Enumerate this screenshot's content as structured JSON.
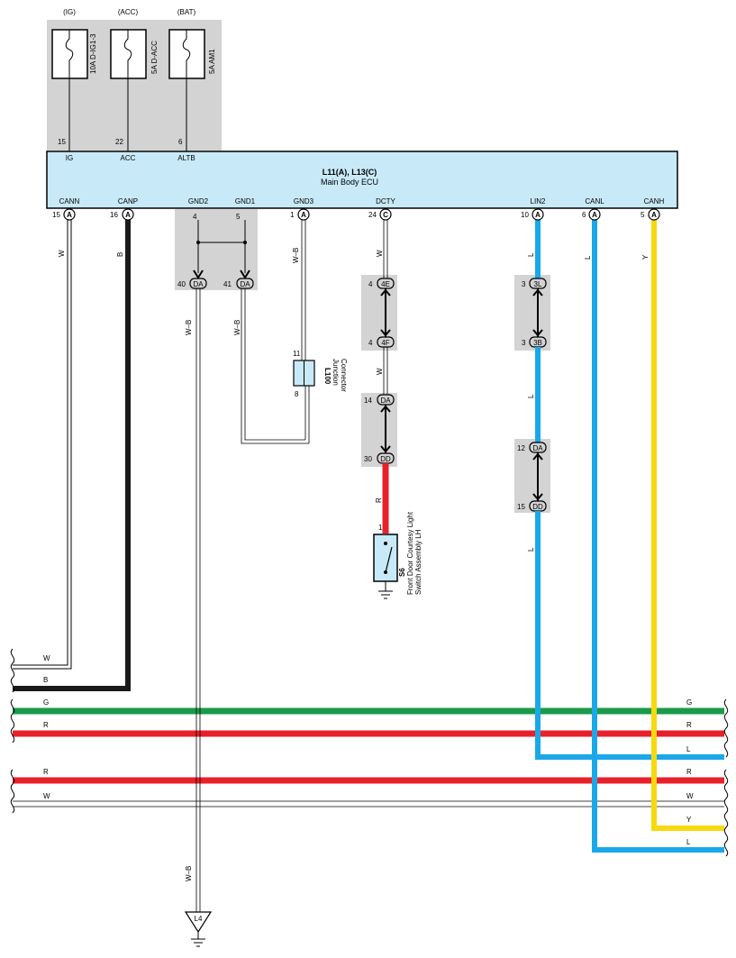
{
  "fuses": [
    {
      "source": "(IG)",
      "rating": "10A D-IG1-3",
      "pin": "15",
      "terminal": "IG"
    },
    {
      "source": "(ACC)",
      "rating": "5A D-ACC",
      "pin": "22",
      "terminal": "ACC"
    },
    {
      "source": "(BAT)",
      "rating": "5A AM1",
      "pin": "6",
      "terminal": "ALTB"
    }
  ],
  "ecu": {
    "code": "L11(A), L13(C)",
    "name": "Main Body ECU",
    "pins": [
      {
        "name": "CANN",
        "num": "15",
        "conn": "A"
      },
      {
        "name": "CANP",
        "num": "16",
        "conn": "A"
      },
      {
        "name": "GND2",
        "num": "4",
        "conn": ""
      },
      {
        "name": "GND1",
        "num": "5",
        "conn": ""
      },
      {
        "name": "GND3",
        "num": "1",
        "conn": "A"
      },
      {
        "name": "DCTY",
        "num": "24",
        "conn": "C"
      },
      {
        "name": "LIN2",
        "num": "10",
        "conn": "A"
      },
      {
        "name": "CANL",
        "num": "6",
        "conn": "A"
      },
      {
        "name": "CANH",
        "num": "5",
        "conn": "A"
      }
    ]
  },
  "wire_colors": {
    "W": "#ffffff",
    "B": "#1a1a1a",
    "G": "#1a9a4a",
    "R": "#e8202a",
    "L": "#1aa8e8",
    "Y": "#f6d90f",
    "W-B": "#ffffff"
  },
  "wire_labels": {
    "cann": "W",
    "canp": "B",
    "gnd2": "W–B",
    "gnd1": "W–B",
    "gnd3": "W–B",
    "dcty_top": "W",
    "dcty_mid": "W",
    "dcty_red": "R",
    "lin2_top": "L",
    "lin2_mid": "L",
    "lin2_low": "L",
    "canl": "L",
    "canh": "Y",
    "ground_drop": "W–B"
  },
  "connectors": {
    "gnd2_da": {
      "num": "40",
      "conn": "DA"
    },
    "gnd1_da": {
      "num": "41",
      "conn": "DA"
    },
    "dcty_4e": {
      "num": "4",
      "conn": "4E"
    },
    "dcty_4f": {
      "num": "4",
      "conn": "4F"
    },
    "dcty_da": {
      "num": "14",
      "conn": "DA"
    },
    "dcty_dd": {
      "num": "30",
      "conn": "DD"
    },
    "lin2_3l": {
      "num": "3",
      "conn": "3L"
    },
    "lin2_3b": {
      "num": "3",
      "conn": "3B"
    },
    "lin2_da": {
      "num": "12",
      "conn": "DA"
    },
    "lin2_dd": {
      "num": "15",
      "conn": "DD"
    }
  },
  "junction": {
    "code": "L100",
    "name1": "Junction",
    "name2": "Connector",
    "pin_top": "11",
    "pin_bottom": "8"
  },
  "switch": {
    "code": "S6",
    "name1": "Front Door Courtesy Light",
    "name2": "Switch Assembly LH",
    "pin": "1"
  },
  "ground_point": "L4",
  "buses": [
    {
      "color": "W",
      "label_left": "W",
      "label_right": ""
    },
    {
      "color": "B",
      "label_left": "B",
      "label_right": ""
    },
    {
      "color": "G",
      "label_left": "G",
      "label_right": "G"
    },
    {
      "color": "R",
      "label_left": "R",
      "label_right": "R"
    },
    {
      "color": "L",
      "label_left": "",
      "label_right": "L"
    },
    {
      "color": "R",
      "label_left": "R",
      "label_right": "R"
    },
    {
      "color": "W",
      "label_left": "W",
      "label_right": "W"
    },
    {
      "color": "Y",
      "label_left": "",
      "label_right": "Y"
    },
    {
      "color": "L",
      "label_left": "",
      "label_right": "L"
    }
  ]
}
